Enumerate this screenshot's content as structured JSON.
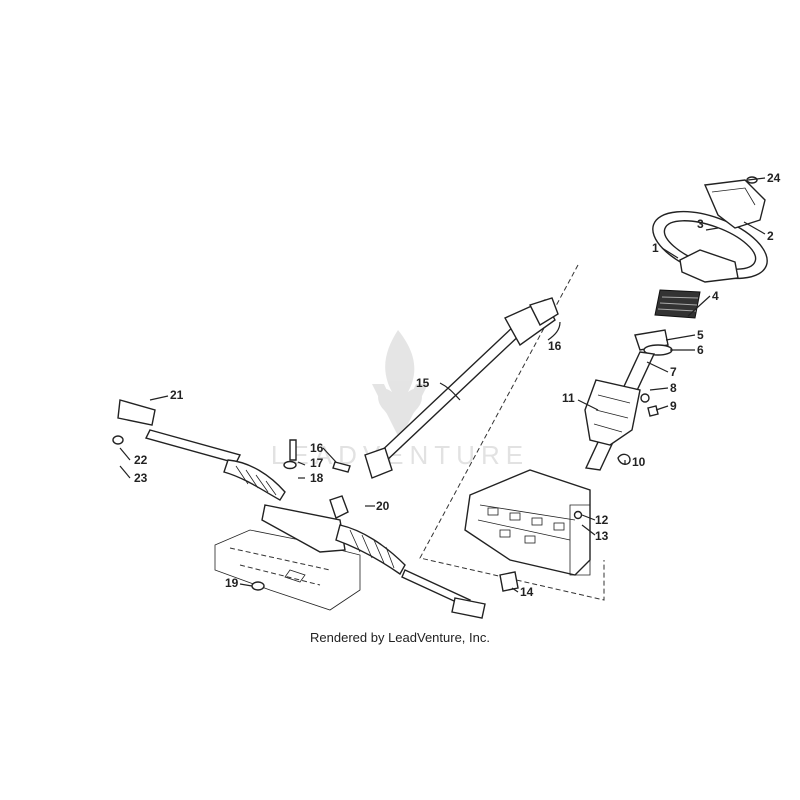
{
  "credit": "Rendered by LeadVenture, Inc.",
  "watermark": "LEADVENTURE",
  "callouts": [
    "1",
    "2",
    "3",
    "4",
    "5",
    "6",
    "7",
    "8",
    "9",
    "10",
    "11",
    "12",
    "13",
    "14",
    "15",
    "16",
    "16",
    "17",
    "18",
    "19",
    "20",
    "21",
    "22",
    "23",
    "24"
  ]
}
